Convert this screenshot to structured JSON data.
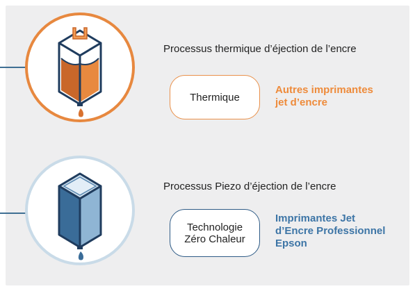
{
  "thermal": {
    "heading": "Processus thermique d’éjection de l’encre",
    "pill_label": "Thermique",
    "result_line1": "Autres imprimantes",
    "result_line2": "jet d’encre",
    "accent_color": "#ee8b3b"
  },
  "piezo": {
    "heading": "Processus Piezo d’éjection de l’encre",
    "pill_line1": "Technologie",
    "pill_line2": "Zéro Chaleur",
    "result_line1": "Imprimantes Jet",
    "result_line2": "d’Encre Professionnel",
    "result_line3": "Epson",
    "accent_color": "#3d75a6"
  }
}
